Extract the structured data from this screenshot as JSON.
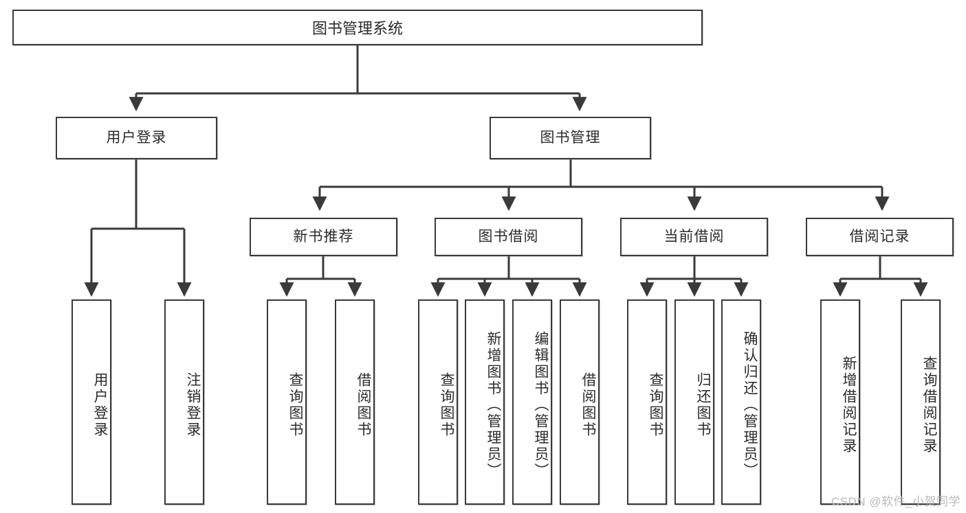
{
  "diagram": {
    "title_node": {
      "label": "图书管理系统"
    },
    "level2": [
      {
        "label": "用户登录"
      },
      {
        "label": "图书管理"
      }
    ],
    "level3": [
      {
        "label": "新书推荐"
      },
      {
        "label": "图书借阅"
      },
      {
        "label": "当前借阅"
      },
      {
        "label": "借阅记录"
      }
    ],
    "leaves": [
      {
        "label": "用户登录"
      },
      {
        "label": "注销登录"
      },
      {
        "label": "查询图书"
      },
      {
        "label": "借阅图书"
      },
      {
        "label": "查询图书"
      },
      {
        "label": "新增图书（管理员）"
      },
      {
        "label": "编辑图书（管理员）"
      },
      {
        "label": "借阅图书"
      },
      {
        "label": "查询图书"
      },
      {
        "label": "归还图书"
      },
      {
        "label": "确认归还（管理员）"
      },
      {
        "label": "新增借阅记录"
      },
      {
        "label": "查询借阅记录"
      }
    ]
  },
  "watermark": {
    "text": "CSDN @软件_小贺同学"
  },
  "colors": {
    "stroke": "#3a3a3a",
    "text": "#2b2b2b",
    "background": "#ffffff",
    "watermark": "#b9b9b9"
  }
}
